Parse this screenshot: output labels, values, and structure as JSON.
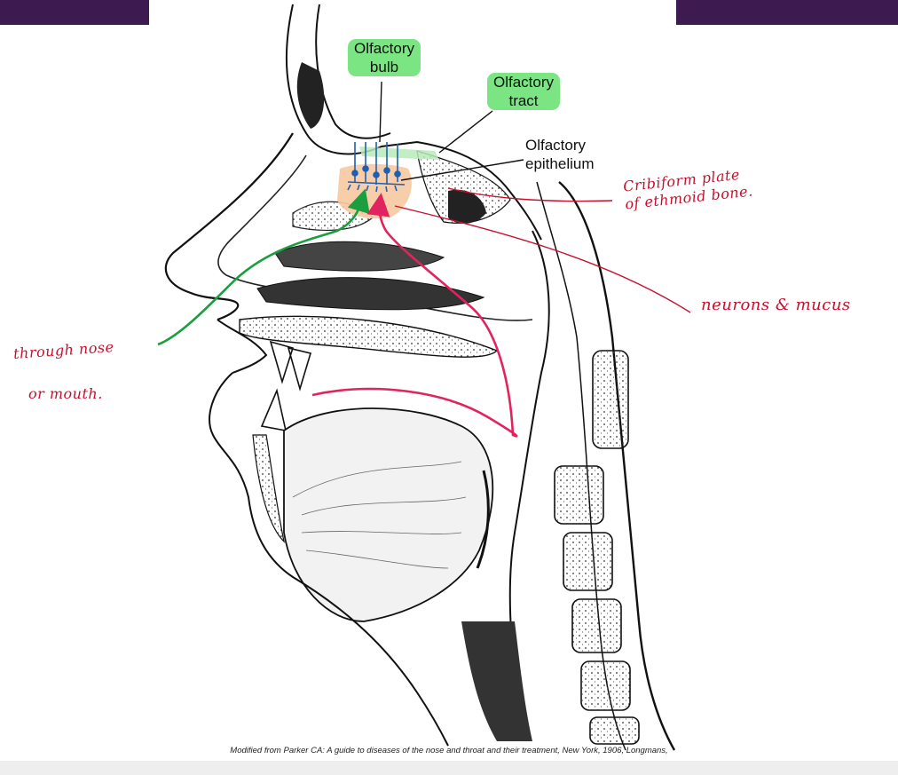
{
  "labels": {
    "olfactory_bulb": "Olfactory\nbulb",
    "olfactory_tract": "Olfactory\ntract",
    "olfactory_epithelium": "Olfactory\nepithelium"
  },
  "annotations": {
    "cribriform": "Cribiform plate\nof ethmoid bone.",
    "neurons": "neurons & mucus",
    "nose": "through nose",
    "mouth": "or mouth."
  },
  "caption": "Modified from Parker CA: A guide to diseases of the nose and throat and their treatment, New York, 1906, Longmans,",
  "colors": {
    "header_band": "#3d1a50",
    "highlight_green": "#7ae582",
    "epithelium_patch": "#f7c9a1",
    "arrow_green": "#1a9e3f",
    "arrow_pink": "#e0245e",
    "annotation_red": "#c8102e"
  }
}
